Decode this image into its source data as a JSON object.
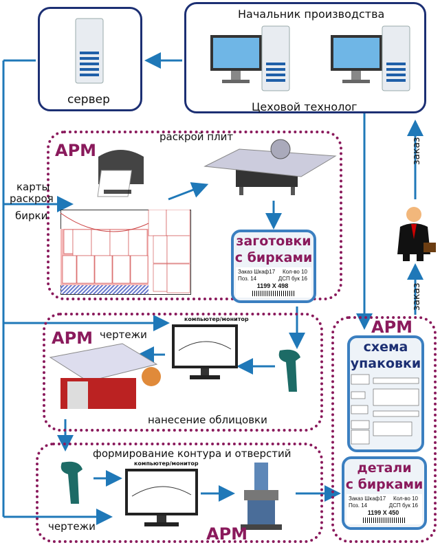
{
  "server": {
    "label": "сервер"
  },
  "management": {
    "top_label": "Начальник производства",
    "bottom_label": "Цеховой технолог"
  },
  "arm_label": "АРМ",
  "cutting": {
    "title": "раскрой плит",
    "input_label_1": "карты",
    "input_label_2": "раскроя",
    "input_label_3": "бирки",
    "card_title_1": "заготовки",
    "card_title_2": "с бирками"
  },
  "edging": {
    "drawings_label": "чертежи",
    "monitor_label": "компьютер/монитор",
    "caption": "нанесение облицовки"
  },
  "drilling": {
    "title": "формирование контура и отверстий",
    "drawings_label": "чертежи",
    "monitor_label": "компьютер/монитор"
  },
  "packing": {
    "card_title_1": "схема",
    "card_title_2": "упаковки",
    "parts_title_1": "детали",
    "parts_title_2": "с бирками"
  },
  "order_label": "заказ",
  "tag": {
    "order": "Заказ Шкаф17",
    "qty": "Кол-во 10",
    "pos": "Поз. 14",
    "material": "ДСП бук 16",
    "size_1": "1199 X 498",
    "size_2": "1199 X 450"
  },
  "colors": {
    "arrow": "#1f78b8",
    "frame": "#1c2f73",
    "arm": "#8a1a5c"
  }
}
